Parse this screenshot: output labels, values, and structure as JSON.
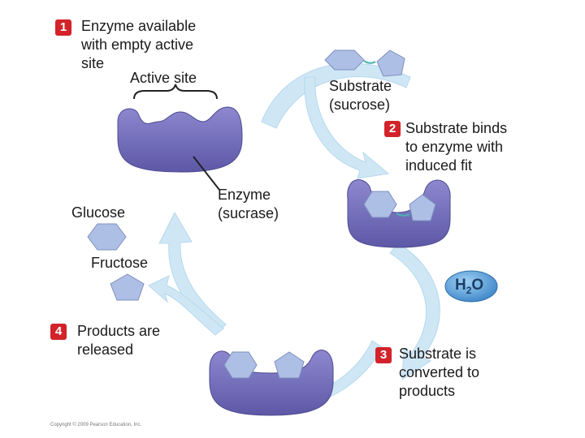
{
  "steps": [
    {
      "number": "1",
      "text": "Enzyme available\nwith empty active\nsite"
    },
    {
      "number": "2",
      "text": "Substrate binds\nto enzyme with\ninduced fit"
    },
    {
      "number": "3",
      "text": "Substrate is\nconverted to\nproducts"
    },
    {
      "number": "4",
      "text": "Products are\nreleased"
    }
  ],
  "labels": {
    "active_site": "Active site",
    "substrate": "Substrate\n(sucrose)",
    "enzyme": "Enzyme\n(sucrase)",
    "glucose": "Glucose",
    "fructose": "Fructose",
    "water_h": "H",
    "water_sub": "2",
    "water_o": "O"
  },
  "copyright": "Copyright © 2009 Pearson Education, Inc.",
  "colors": {
    "enzyme": "#7b76bf",
    "enzyme_dark": "#5a55a0",
    "substrate": "#aebfe5",
    "arrow": "#cfe7f5",
    "water": "#4f9bd8",
    "badge": "#d2232a"
  }
}
